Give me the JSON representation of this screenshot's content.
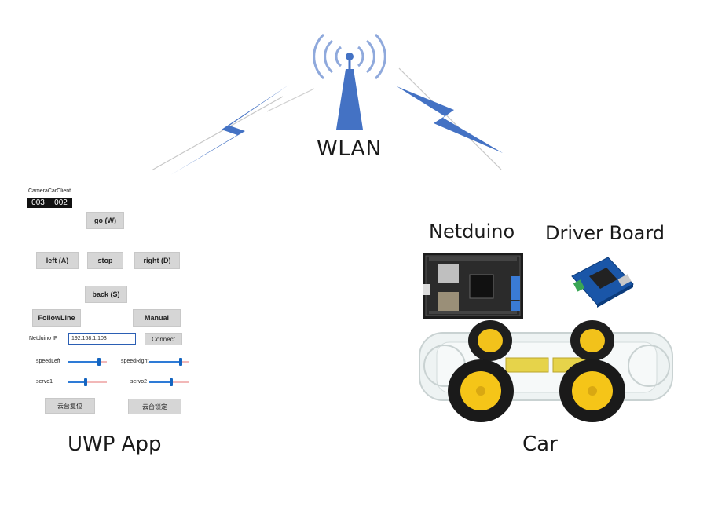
{
  "labels": {
    "wlan": "WLAN",
    "uwp_app": "UWP App",
    "car": "Car",
    "netduino": "Netduino",
    "driver_board": "Driver Board"
  },
  "app": {
    "title": "CameraCarClient",
    "counter_left": "003",
    "counter_right": "002",
    "go_button": "go (W)",
    "left_button": "left (A)",
    "stop_button": "stop",
    "right_button": "right (D)",
    "back_button": "back (S)",
    "followline_button": "FollowLine",
    "manual_button": "Manual",
    "ip_label": "Netduino IP",
    "ip_value": "192.168.1.103",
    "connect_button": "Connect",
    "speedleft_label": "speedLeft",
    "speedright_label": "speedRight",
    "servo1_label": "servo1",
    "servo2_label": "servo2",
    "gimbal_reset_button": "云台复位",
    "gimbal_lock_button": "云台锁定",
    "speedleft_value": 0.8,
    "speedright_value": 0.8,
    "servo1_value": 0.45,
    "servo2_value": 0.55
  },
  "colors": {
    "signal_blue": "#4472c4",
    "slider_blue": "#2e7bd6",
    "button_gray": "#d6d6d6"
  }
}
